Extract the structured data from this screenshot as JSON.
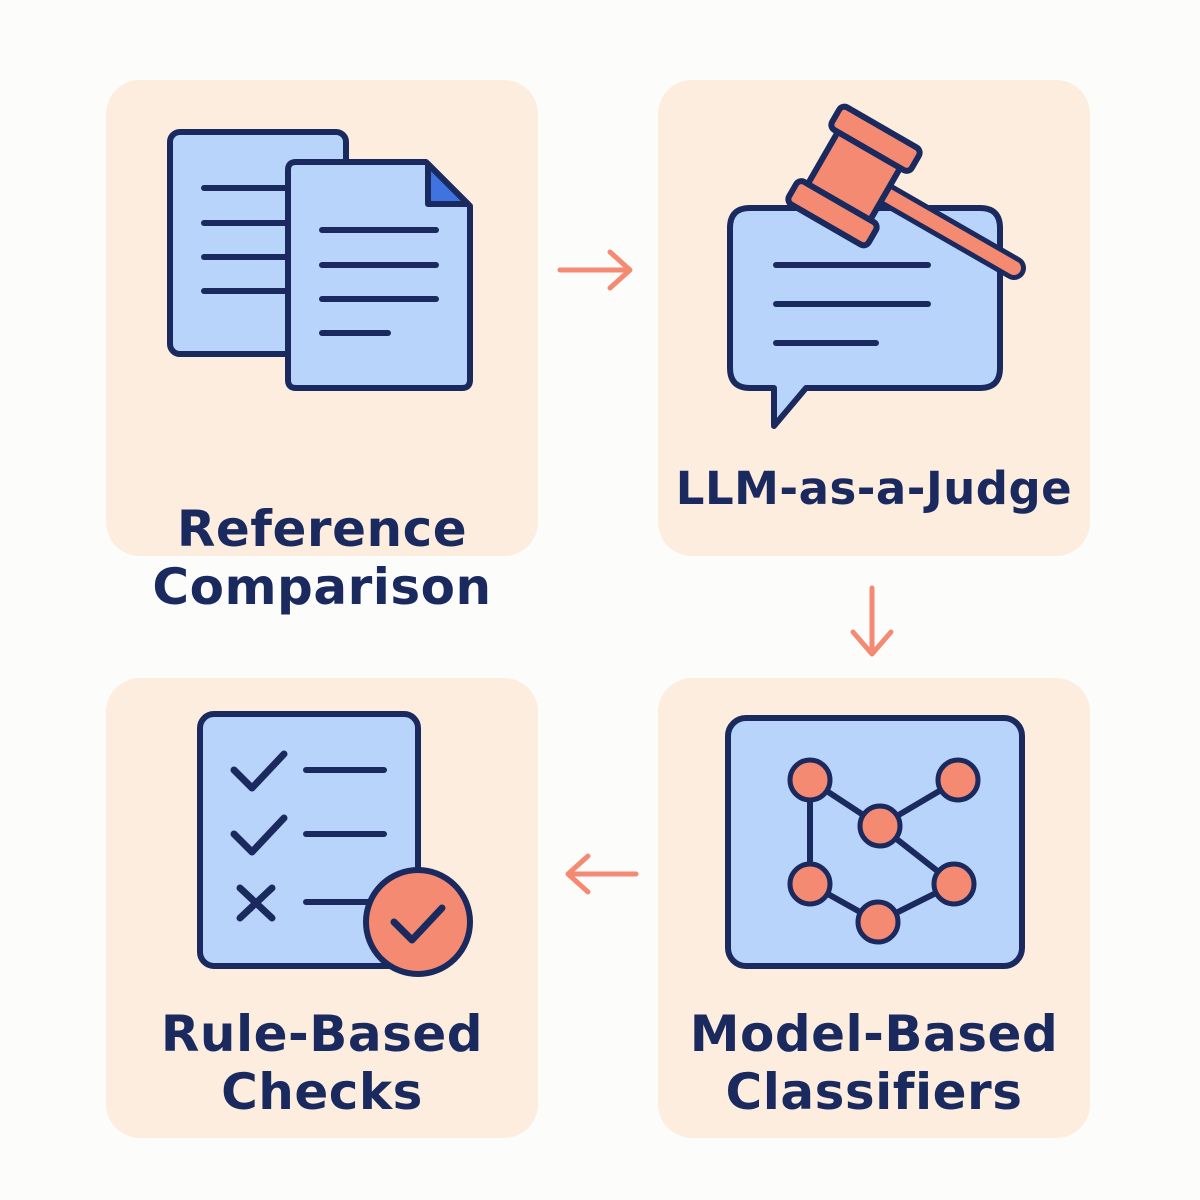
{
  "colors": {
    "background": "#fcfcfb",
    "card": "#fcedde",
    "ink": "#1b2a5e",
    "accent": "#f58a72",
    "fill": "#b9d4fb"
  },
  "cards": [
    {
      "id": "reference",
      "icon": "documents-icon",
      "lines": [
        "Reference",
        "Comparison"
      ]
    },
    {
      "id": "llm",
      "icon": "gavel-chat-icon",
      "lines": [
        "LLM-as-a-Judge"
      ]
    },
    {
      "id": "model",
      "icon": "network-graph-icon",
      "lines": [
        "Model-Based",
        "Classifiers"
      ]
    },
    {
      "id": "rule",
      "icon": "checklist-icon",
      "lines": [
        "Rule-Based",
        "Checks"
      ]
    }
  ],
  "arrows": [
    {
      "from": "reference",
      "to": "llm",
      "direction": "right"
    },
    {
      "from": "llm",
      "to": "model",
      "direction": "down"
    },
    {
      "from": "model",
      "to": "rule",
      "direction": "left"
    }
  ]
}
